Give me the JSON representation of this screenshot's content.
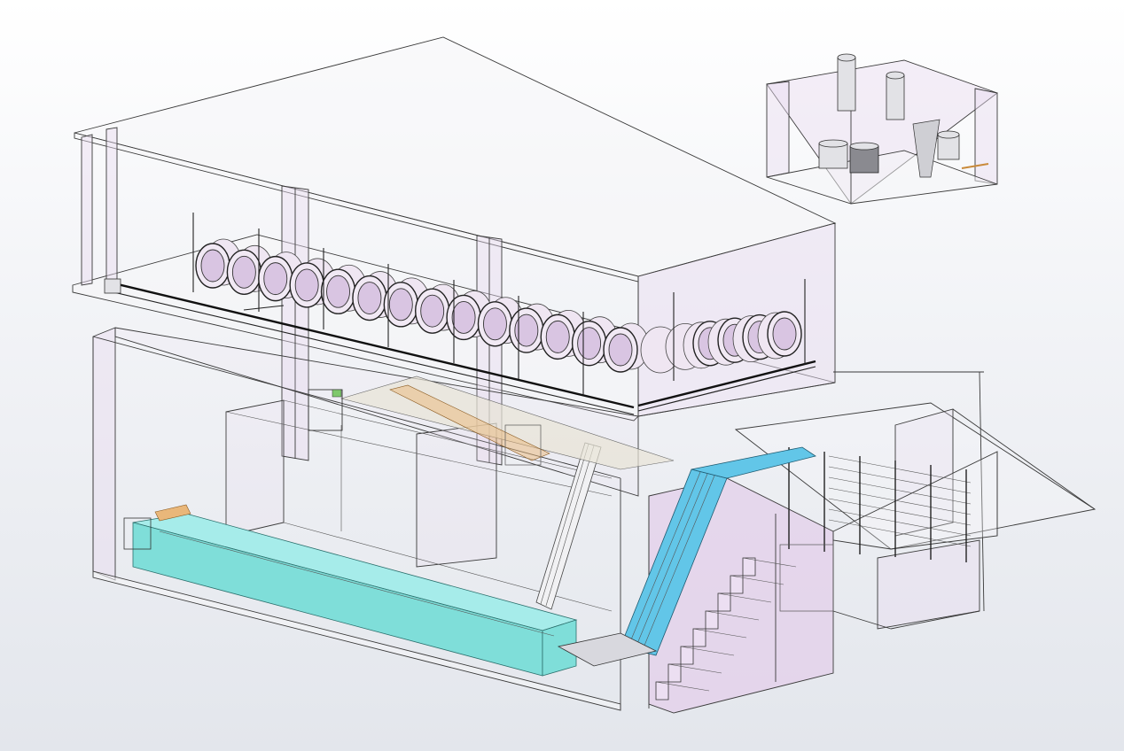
{
  "window": {
    "title": ""
  },
  "colors": {
    "background_top": "#ffffff",
    "background_bottom": "#e3e6ec",
    "wall_glass": "#e9dcef",
    "conveyor_cyan": "#7fded9",
    "belt_blue": "#62c6e8",
    "outline": "#3a3a3a"
  },
  "scene": {
    "upper_drum_count_left": 14,
    "upper_drum_count_right": 6,
    "stair_step_count": 8,
    "mixing_room_tank_count": 5
  }
}
